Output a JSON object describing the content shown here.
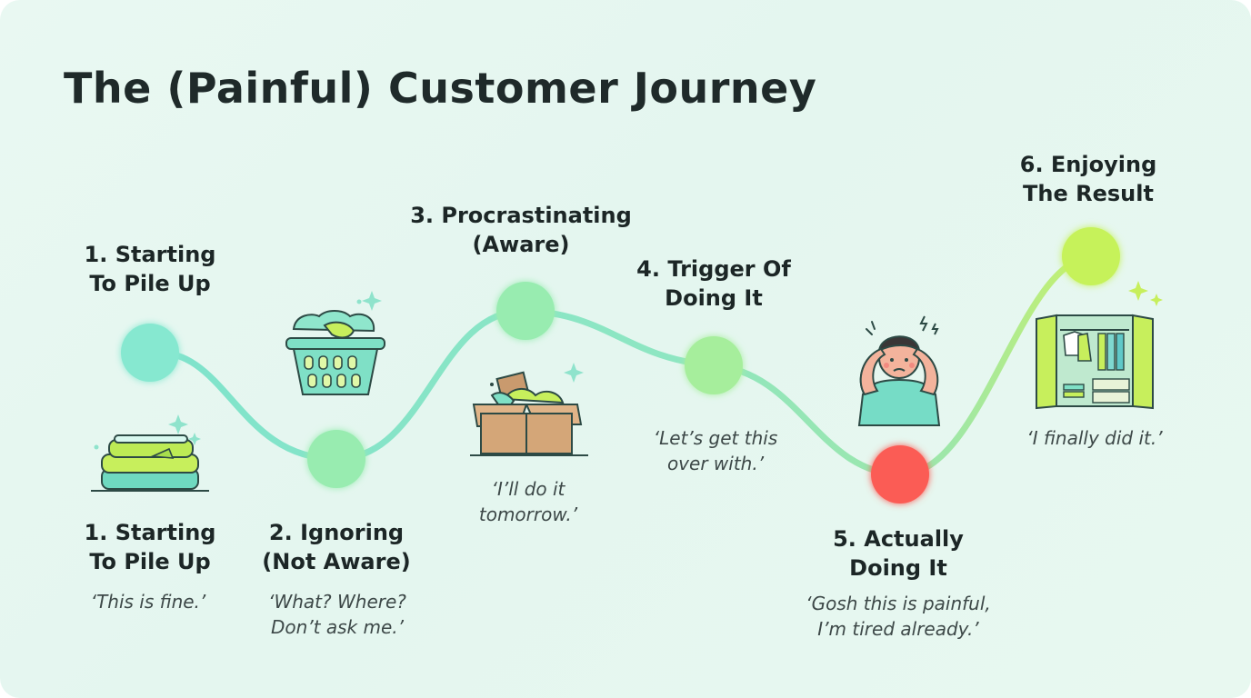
{
  "title": "The (Painful) Customer Journey",
  "stages": [
    {
      "label": "1. Starting\nTo Pile Up",
      "quote": "‘This is fine.’",
      "color": "#86e8d0"
    },
    {
      "label": "2. Ignoring\n(Not Aware)",
      "quote": "‘What? Where?\nDon’t ask me.’",
      "color": "#98ecb0"
    },
    {
      "label": "3. Procrastinating\n(Aware)",
      "quote": "‘I’ll do it\ntomorrow.’",
      "color": "#98ecb0"
    },
    {
      "label": "4. Trigger Of\nDoing It",
      "quote": "‘Let’s get this\nover with.’",
      "color": "#a6ee9c"
    },
    {
      "label": "5. Actually\nDoing It",
      "quote": "‘Gosh this is painful,\nI’m tired already.’",
      "color": "#fb5c55"
    },
    {
      "label": "6. Enjoying\nThe Result",
      "quote": "‘I finally did it.’",
      "color": "#c6f25a"
    }
  ],
  "top_label_stage1": "1. Starting\nTo Pile Up",
  "icons": [
    "folded-clothes-icon",
    "laundry-basket-icon",
    "messy-box-icon",
    "stressed-person-icon",
    "open-wardrobe-icon",
    "sparkle-icon"
  ]
}
